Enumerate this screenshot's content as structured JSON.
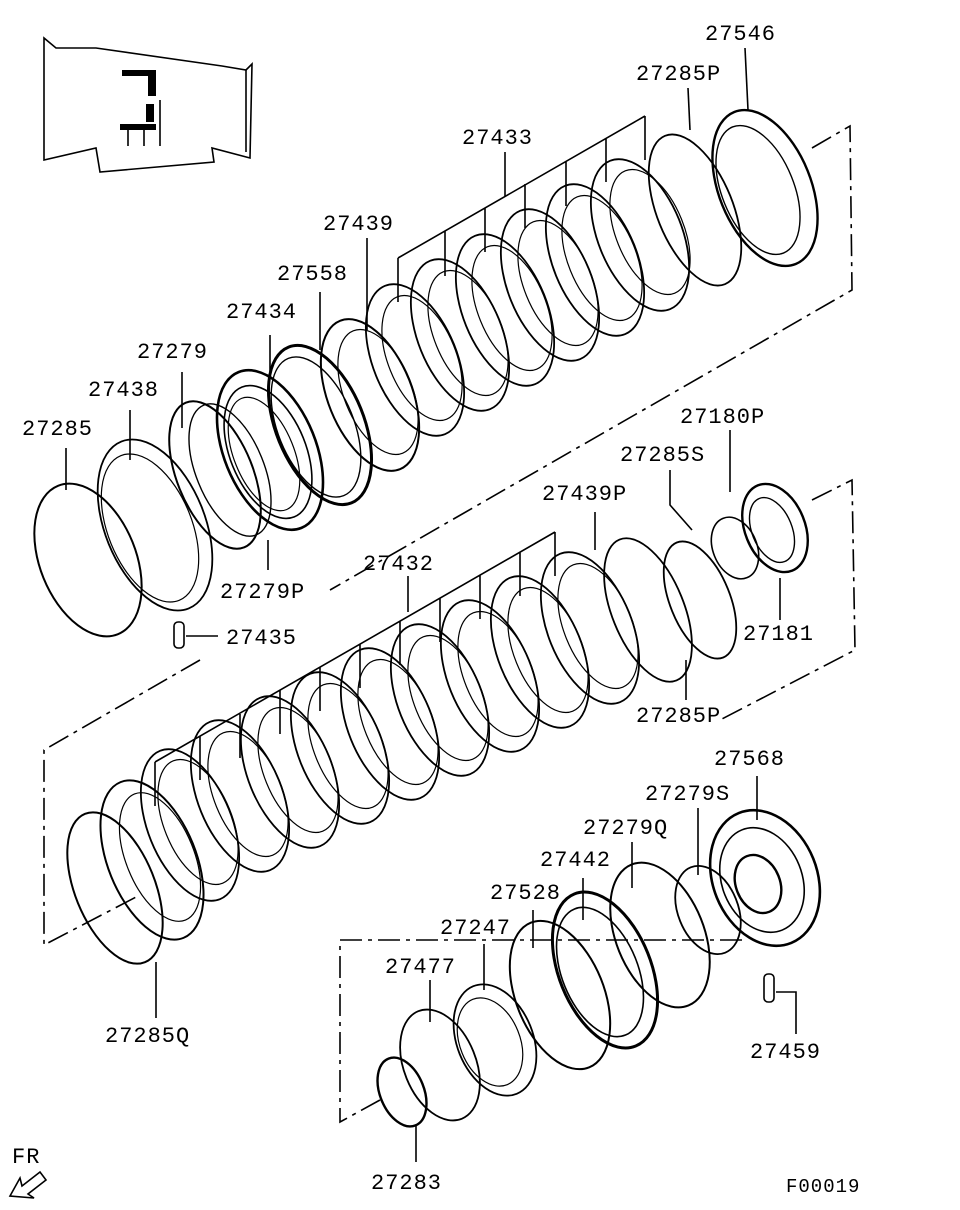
{
  "diagram": {
    "labels": {
      "p27546": "27546",
      "p27285P_top": "27285P",
      "p27433": "27433",
      "p27439": "27439",
      "p27558": "27558",
      "p27434": "27434",
      "p27279": "27279",
      "p27438": "27438",
      "p27285": "27285",
      "p27279P": "27279P",
      "p27435": "27435",
      "p27180P": "27180P",
      "p27285S": "27285S",
      "p27439P": "27439P",
      "p27432": "27432",
      "p27181": "27181",
      "p27285P_mid": "27285P",
      "p27568": "27568",
      "p27279S": "27279S",
      "p27279Q": "27279Q",
      "p27442": "27442",
      "p27528": "27528",
      "p27247": "27247",
      "p27477": "27477",
      "p27459": "27459",
      "p27285Q": "27285Q",
      "p27283": "27283"
    },
    "direction_label": "FR",
    "figure_code": "F00019"
  }
}
